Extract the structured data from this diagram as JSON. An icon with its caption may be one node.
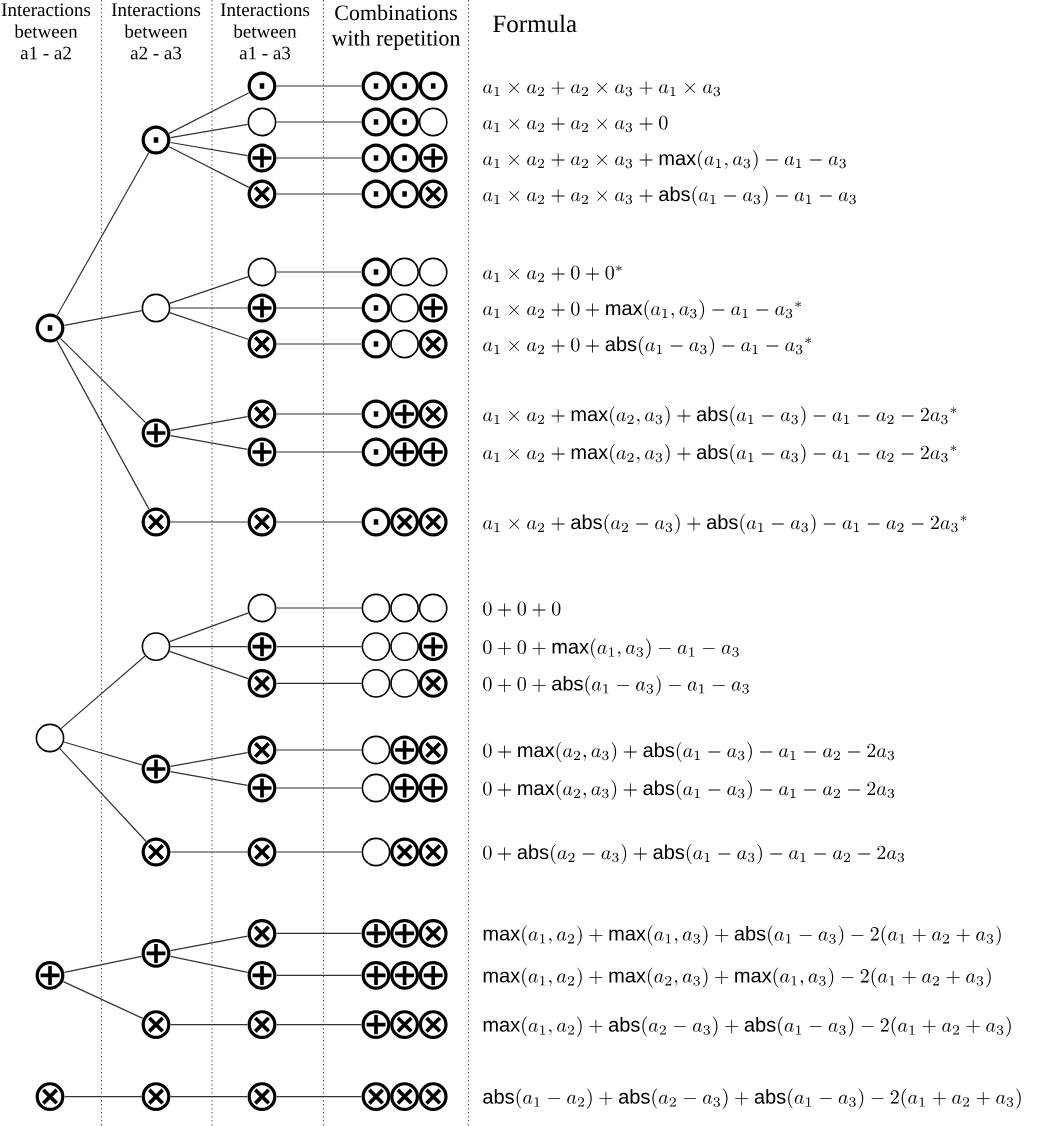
{
  "diagram": {
    "nodes": [
      {
        "text": [
          "⊙"
        ]
      },
      {
        "text": [],
        "shape": "circle"
      },
      {
        "text": [
          "⊕"
        ]
      },
      {
        "text": [
          "⊗"
        ]
      },
      {
        "text": [
          "⊙"
        ]
      },
      {
        "text": [],
        "shape": "circle"
      },
      {
        "text": [
          "⊕"
        ]
      },
      {
        "text": [
          "⊗"
        ]
      },
      {
        "text": [],
        "shape": "circle"
      },
      {
        "text": [
          "⊕"
        ]
      },
      {
        "text": [
          "⊗"
        ]
      },
      {
        "text": [
          "⊕"
        ]
      },
      {
        "text": [
          "⊗"
        ]
      },
      {
        "text": [
          "⊗"
        ]
      },
      {
        "text": [
          "⊙"
        ]
      },
      {
        "text": [],
        "shape": "circle"
      },
      {
        "text": [
          "⊕"
        ]
      },
      {
        "text": [
          "⊗"
        ]
      },
      {
        "text": [],
        "shape": "circle"
      },
      {
        "text": [
          "⊕"
        ]
      },
      {
        "text": [
          "⊗"
        ]
      },
      {
        "text": [
          "⊗"
        ]
      },
      {
        "text": [
          "⊕"
        ]
      },
      {
        "text": [
          "⊗"
        ]
      },
      {
        "text": [],
        "shape": "circle"
      },
      {
        "text": [
          "⊕"
        ]
      },
      {
        "text": [
          "⊗"
        ]
      },
      {
        "text": [
          "⊗"
        ]
      },
      {
        "text": [
          "⊕"
        ]
      },
      {
        "text": [
          "⊗"
        ]
      },
      {
        "text": [
          "⊗"
        ]
      },
      {
        "text": [
          "⊕"
        ]
      },
      {
        "text": [
          "⊗"
        ]
      },
      {
        "text": [
          "⊗"
        ]
      },
      {
        "text": [
          "⊙"
        ]
      },
      {
        "text": [
          "⊙"
        ]
      },
      {
        "text": [
          "⊙"
        ]
      },
      {
        "text": [
          "⊙"
        ]
      },
      {
        "text": [
          "⊙"
        ]
      },
      {
        "text": [],
        "shape": "circle"
      },
      {
        "text": [
          "⊙"
        ]
      },
      {
        "text": [
          "⊙"
        ]
      },
      {
        "text": [
          "⊕"
        ]
      },
      {
        "text": [
          "⊙"
        ]
      },
      {
        "text": [
          "⊙"
        ]
      },
      {
        "text": [
          "⊗"
        ]
      },
      {
        "text": [
          "⊙"
        ]
      },
      {
        "text": [],
        "shape": "circle"
      },
      {
        "text": [],
        "shape": "circle"
      },
      {
        "text": [
          "⊙"
        ]
      },
      {
        "text": [],
        "shape": "circle"
      },
      {
        "text": [
          "⊕"
        ]
      },
      {
        "text": [
          "⊙"
        ]
      },
      {
        "text": [],
        "shape": "circle"
      },
      {
        "text": [
          "⊗"
        ]
      },
      {
        "text": [
          "⊙"
        ]
      },
      {
        "text": [
          "⊕"
        ]
      },
      {
        "text": [
          "⊗"
        ]
      },
      {
        "text": [
          "⊙"
        ]
      },
      {
        "text": [
          "⊕"
        ]
      },
      {
        "text": [
          "⊕"
        ]
      },
      {
        "text": [
          "⊙"
        ]
      },
      {
        "text": [
          "⊗"
        ]
      },
      {
        "text": [
          "⊗"
        ]
      },
      {
        "text": [],
        "shape": "circle"
      },
      {
        "text": [],
        "shape": "circle"
      },
      {
        "text": [],
        "shape": "circle"
      },
      {
        "text": [],
        "shape": "circle"
      },
      {
        "text": [],
        "shape": "circle"
      },
      {
        "text": [
          "⊕"
        ]
      },
      {
        "text": [],
        "shape": "circle"
      },
      {
        "text": [],
        "shape": "circle"
      },
      {
        "text": [
          "⊗"
        ]
      },
      {
        "text": [],
        "shape": "circle"
      },
      {
        "text": [
          "⊕"
        ]
      },
      {
        "text": [
          "⊗"
        ]
      },
      {
        "text": [],
        "shape": "circle"
      },
      {
        "text": [
          "⊕"
        ]
      },
      {
        "text": [
          "⊕"
        ]
      },
      {
        "text": [],
        "shape": "circle"
      },
      {
        "text": [
          "⊗"
        ]
      },
      {
        "text": [
          "⊗"
        ]
      },
      {
        "text": [
          "⊕"
        ]
      },
      {
        "text": [
          "⊕"
        ]
      },
      {
        "text": [
          "⊗"
        ]
      },
      {
        "text": [
          "⊕"
        ]
      },
      {
        "text": [
          "⊕"
        ]
      },
      {
        "text": [
          "⊕"
        ]
      },
      {
        "text": [
          "⊕"
        ]
      },
      {
        "text": [
          "⊗"
        ]
      },
      {
        "text": [
          "⊗"
        ]
      },
      {
        "text": [
          "⊗"
        ]
      },
      {
        "text": [
          "⊗"
        ]
      },
      {
        "text": [
          "⊗"
        ]
      }
    ],
    "edges": [
      {
        "from": 0,
        "to": 4,
        "arrow": "none"
      },
      {
        "from": 0,
        "to": 5,
        "arrow": "none"
      },
      {
        "from": 0,
        "to": 6,
        "arrow": "none"
      },
      {
        "from": 0,
        "to": 7,
        "arrow": "none"
      },
      {
        "from": 1,
        "to": 8,
        "arrow": "none"
      },
      {
        "from": 1,
        "to": 9,
        "arrow": "none"
      },
      {
        "from": 1,
        "to": 10,
        "arrow": "none"
      },
      {
        "from": 2,
        "to": 11,
        "arrow": "none"
      },
      {
        "from": 2,
        "to": 12,
        "arrow": "none"
      },
      {
        "from": 3,
        "to": 13,
        "arrow": "none"
      },
      {
        "from": 4,
        "to": 14,
        "arrow": "none"
      },
      {
        "from": 4,
        "to": 15,
        "arrow": "none"
      },
      {
        "from": 4,
        "to": 16,
        "arrow": "none"
      },
      {
        "from": 4,
        "to": 17,
        "arrow": "none"
      },
      {
        "from": 5,
        "to": 18,
        "arrow": "none"
      },
      {
        "from": 5,
        "to": 19,
        "arrow": "none"
      },
      {
        "from": 5,
        "to": 20,
        "arrow": "none"
      },
      {
        "from": 6,
        "to": 21,
        "arrow": "none"
      },
      {
        "from": 6,
        "to": 22,
        "arrow": "none"
      },
      {
        "from": 7,
        "to": 23,
        "arrow": "none"
      },
      {
        "from": 8,
        "to": 24,
        "arrow": "none"
      },
      {
        "from": 8,
        "to": 25,
        "arrow": "none"
      },
      {
        "from": 8,
        "to": 26,
        "arrow": "none"
      },
      {
        "from": 9,
        "to": 27,
        "arrow": "none"
      },
      {
        "from": 9,
        "to": 28,
        "arrow": "none"
      },
      {
        "from": 10,
        "to": 29,
        "arrow": "none"
      },
      {
        "from": 11,
        "to": 30,
        "arrow": "none"
      },
      {
        "from": 11,
        "to": 31,
        "arrow": "none"
      },
      {
        "from": 12,
        "to": 32,
        "arrow": "none"
      },
      {
        "from": 13,
        "to": 33,
        "arrow": "none"
      },
      {
        "from": 14,
        "to": 34,
        "arrow": "none"
      },
      {
        "from": 15,
        "to": 37,
        "arrow": "none"
      },
      {
        "from": 16,
        "to": 40,
        "arrow": "none"
      },
      {
        "from": 17,
        "to": 43,
        "arrow": "none"
      },
      {
        "from": 18,
        "to": 46,
        "arrow": "none"
      },
      {
        "from": 19,
        "to": 49,
        "arrow": "none"
      },
      {
        "from": 20,
        "to": 52,
        "arrow": "none"
      },
      {
        "from": 21,
        "to": 55,
        "arrow": "none"
      },
      {
        "from": 22,
        "to": 58,
        "arrow": "none"
      },
      {
        "from": 23,
        "to": 61,
        "arrow": "none"
      },
      {
        "from": 24,
        "to": 64,
        "arrow": "none"
      },
      {
        "from": 25,
        "to": 67,
        "arrow": "none"
      },
      {
        "from": 26,
        "to": 70,
        "arrow": "none"
      },
      {
        "from": 27,
        "to": 73,
        "arrow": "none"
      },
      {
        "from": 28,
        "to": 76,
        "arrow": "none"
      },
      {
        "from": 29,
        "to": 79,
        "arrow": "none"
      },
      {
        "from": 30,
        "to": 82,
        "arrow": "none"
      },
      {
        "from": 31,
        "to": 85,
        "arrow": "none"
      },
      {
        "from": 32,
        "to": 88,
        "arrow": "none"
      },
      {
        "from": 33,
        "to": 91,
        "arrow": "none"
      }
    ],
    "labels": [
      "Interactions between a1 - a2",
      "Interactions between a2 - a3",
      "Interactions between a1 - a3",
      "Combinations with repetition",
      "Formula",
      "a_1 \\times a_2 + a_2 \\times a_3 + a_1 \\times a_3",
      "a_1 \\times a_2 + a_2 \\times a_3 + 0",
      "a_1 \\times a_2 + a_2 \\times a_3 + \\mathsf{max}(a_1, a_3) - a_1 - a_3",
      "a_1 \\times a_2 + a_2 \\times a_3 + \\mathsf{abs}(a_1 - a_3) - a_1 - a_3",
      "a_1 \\times a_2 + 0 + 0{}^{*}",
      "a_1 \\times a_2 + 0 + \\mathsf{max}(a_1, a_3) - a_1 - a_3{}^{*}",
      "a_1 \\times a_2 + 0 + \\mathsf{abs}(a_1 - a_3) - a_1 - a_3{}^{*}",
      "a_1 \\times a_2 + \\mathsf{max}(a_2, a_3) + \\mathsf{abs}(a_1 - a_3) - a_1 - a_2 - 2a_3{}^{*}",
      "a_1 \\times a_2 + \\mathsf{max}(a_2, a_3) + \\mathsf{abs}(a_1 - a_3) - a_1 - a_2 - 2a_3{}^{*}",
      "a_1 \\times a_2 + \\mathsf{abs}(a_2 - a_3) + \\mathsf{abs}(a_1 - a_3) - a_1 - a_2 - 2a_3{}^{*}",
      "0 + 0 + 0",
      "0 + 0 + \\mathsf{max}(a_1, a_3) - a_1 - a_3",
      "0 + 0 + \\mathsf{abs}(a_1 - a_3) - a_1 - a_3",
      "0 + \\mathsf{max}(a_2, a_3) + \\mathsf{abs}(a_1 - a_3) - a_1 - a_2 - 2a_3",
      "0 + \\mathsf{max}(a_2, a_3) + \\mathsf{abs}(a_1 - a_3) - a_1 - a_2 - 2a_3",
      "0 + \\mathsf{abs}(a_2 - a_3) + \\mathsf{abs}(a_1 - a_3) - a_1 - a_2 - 2a_3",
      "\\mathsf{max}(a_1, a_2) + \\mathsf{max}(a_1, a_3) + \\mathsf{abs}(a_1 - a_3) - 2(a_1 + a_2 + a_3)",
      "\\mathsf{max}(a_1, a_2) + \\mathsf{max}(a_2, a_3) + \\mathsf{max}(a_1, a_3) - 2(a_1 + a_2 + a_3)",
      "\\mathsf{max}(a_1, a_2) + \\mathsf{abs}(a_2 - a_3) + \\mathsf{abs}(a_1 - a_3) - 2(a_1 + a_2 + a_3)",
      "\\mathsf{abs}(a_1 - a_2) + \\mathsf{abs}(a_2 - a_3) + \\mathsf{abs}(a_1 - a_3) - 2(a_1 + a_2 + a_3)"
    ]
  }
}
